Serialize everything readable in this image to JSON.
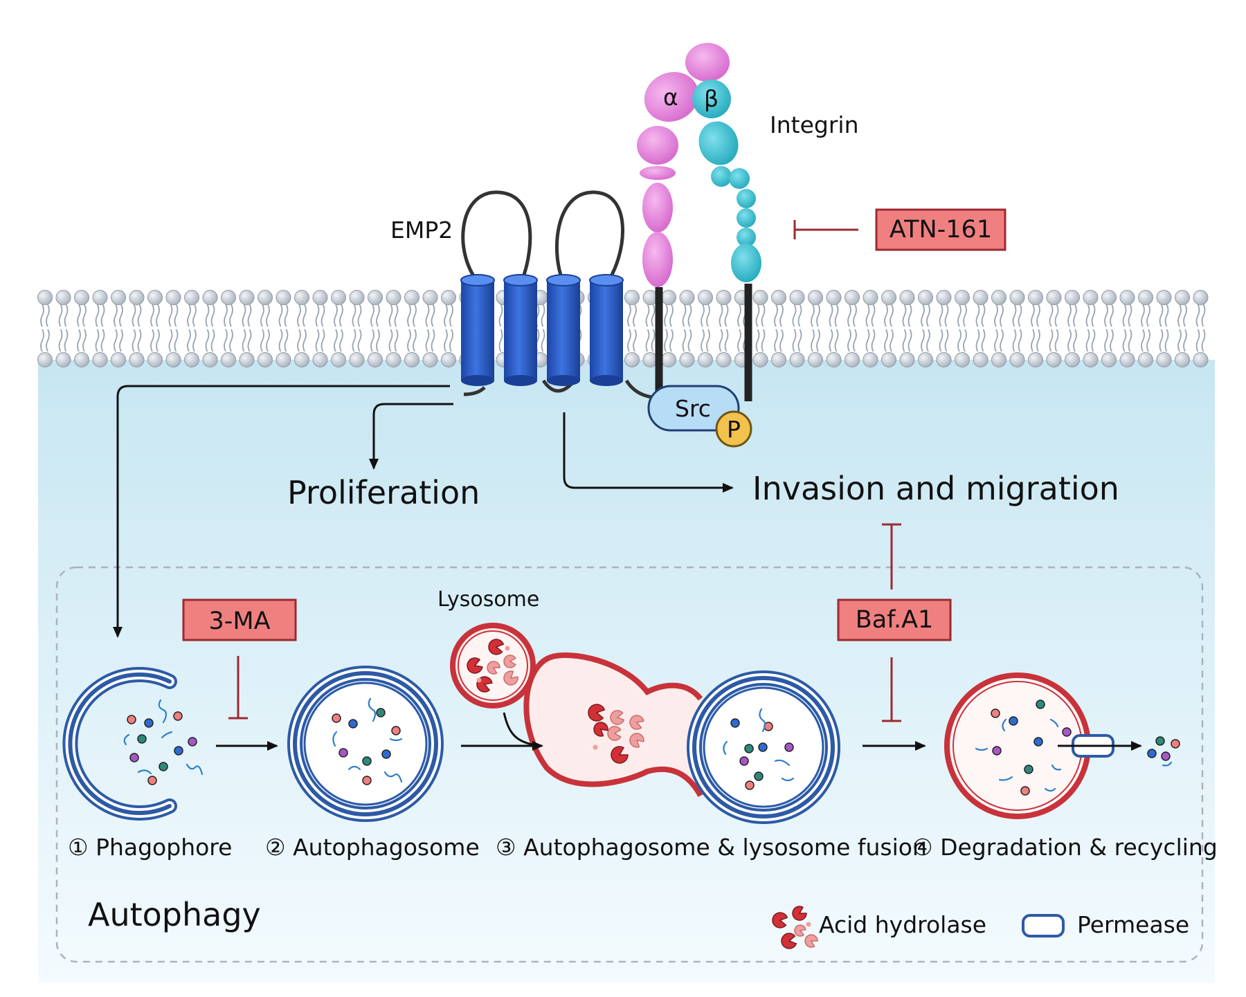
{
  "labels": {
    "integrin": "Integrin",
    "alpha": "α",
    "beta": "β",
    "emp2": "EMP2",
    "src": "Src",
    "phospho": "P",
    "proliferation": "Proliferation",
    "invasion": "Invasion and migration",
    "lysosome": "Lysosome",
    "autophagy": "Autophagy"
  },
  "inhibitors": {
    "atn161": "ATN-161",
    "three_ma": "3-MA",
    "bafa1": "Baf.A1"
  },
  "steps": [
    {
      "label": "① Phagophore"
    },
    {
      "label": "② Autophagosome"
    },
    {
      "label": "③ Autophagosome & lysosome fusion"
    },
    {
      "label": "④ Degradation & recycling"
    }
  ],
  "legend": {
    "acid_hydrolase": "Acid hydrolase",
    "permease": "Permease"
  },
  "colors": {
    "membrane_blue": "#2d5aa6",
    "lysosome_red": "#c8323a",
    "inhibitor_fill": "#f08080",
    "inhibitor_line": "#9b2a30",
    "alpha_pink": "#e682d8",
    "beta_cyan": "#34b8c8",
    "src_fill": "#b7dcf5",
    "phospho_fill": "#f2c14e"
  }
}
